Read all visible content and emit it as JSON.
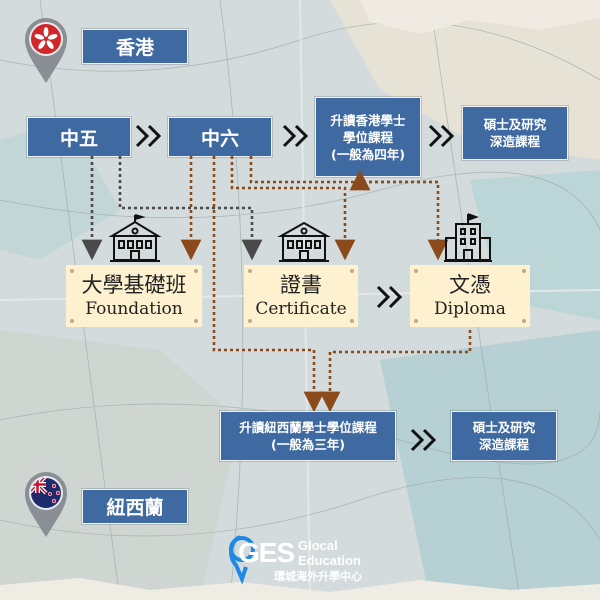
{
  "regions": {
    "hong_kong": "香港",
    "new_zealand": "紐西蘭"
  },
  "hk_path": {
    "form5": "中五",
    "form6": "中六",
    "hk_degree_line1": "升讀香港學士",
    "hk_degree_line2": "學位課程",
    "hk_degree_line3": "(一般為四年)",
    "postgrad_line1": "碩士及研究",
    "postgrad_line2": "深造課程"
  },
  "qualifications": {
    "foundation_zh": "大學基礎班",
    "foundation_en": "Foundation",
    "certificate_zh": "證書",
    "certificate_en": "Certificate",
    "diploma_zh": "文憑",
    "diploma_en": "Diploma"
  },
  "nz_path": {
    "nz_degree_line1": "升讀紐西蘭學士學位課程",
    "nz_degree_line2": "(一般為三年)",
    "postgrad_line1": "碩士及研究",
    "postgrad_line2": "深造課程"
  },
  "logo": {
    "mark": "GES",
    "line1": "Glocal",
    "line2": "Education",
    "line3": "環城海外升學中心"
  },
  "colors": {
    "box_blue": "#3f6aa1",
    "cream": "#fdf1cf",
    "arrow_brown": "#8a4a1c",
    "arrow_gray": "#4a4a4a"
  }
}
